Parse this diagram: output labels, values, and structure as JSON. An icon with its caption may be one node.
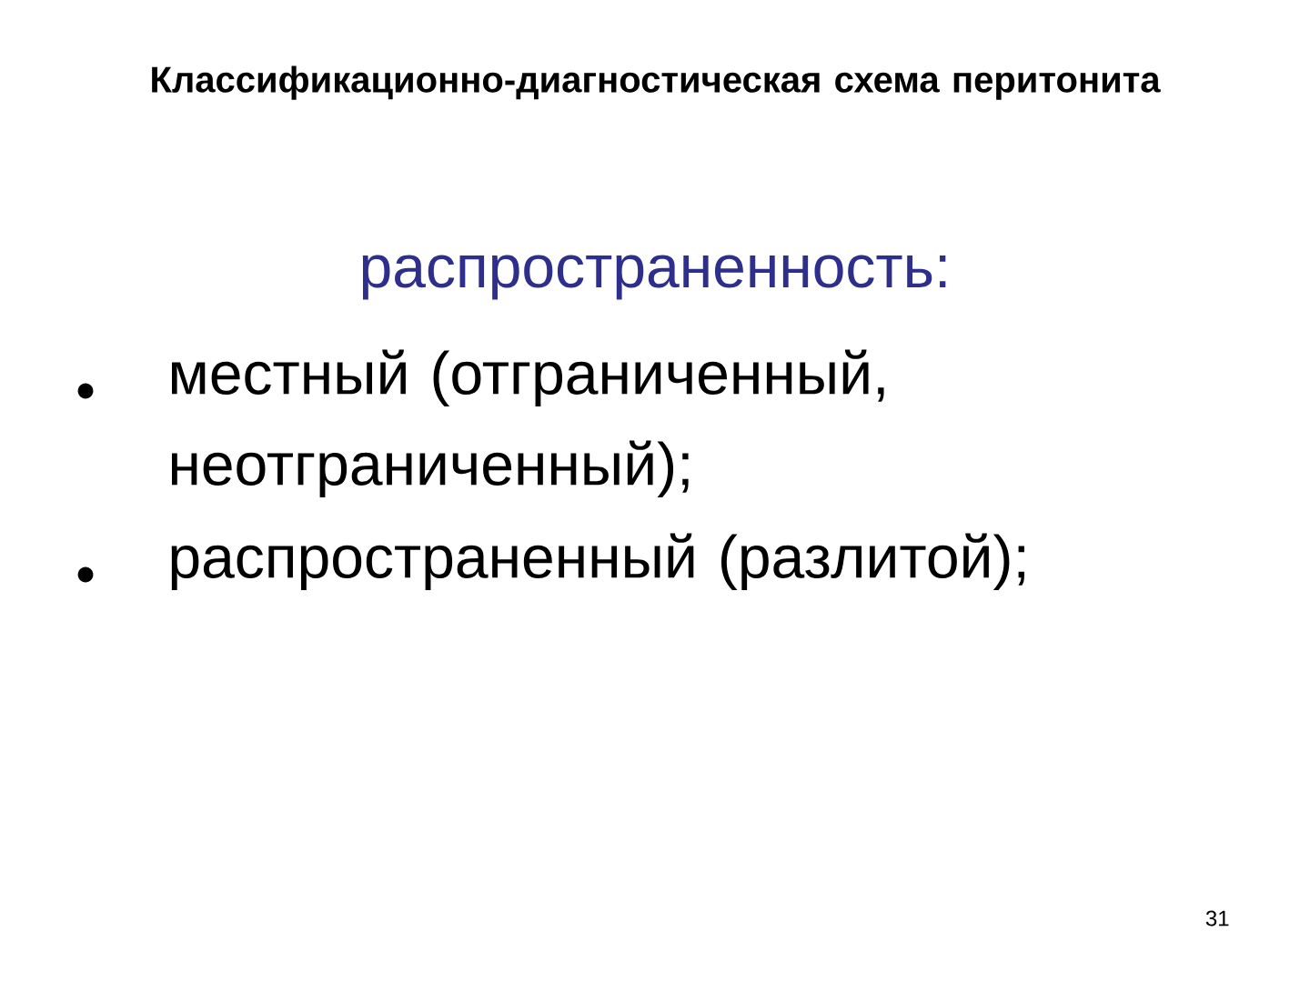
{
  "diagram": {
    "title": "Классификационно-диагностическая схема перитонита",
    "labels": [
      "распространенность:",
      "местный (отграниченный, неотграниченный);",
      "распространенный (разлитой);",
      "31"
    ]
  }
}
